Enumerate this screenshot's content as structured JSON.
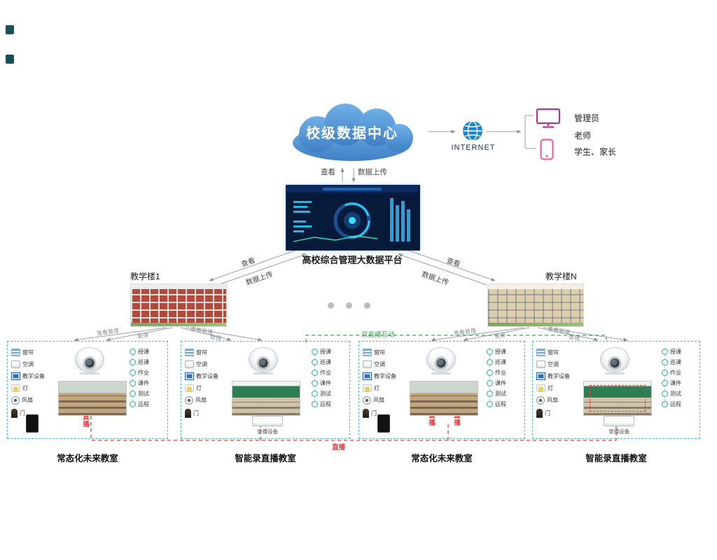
{
  "cloud": {
    "label": "校级数据中心"
  },
  "internet": {
    "label": "INTERNET"
  },
  "users": {
    "items": [
      {
        "label": "管理员"
      },
      {
        "label": "老师"
      },
      {
        "label": "学生、家长"
      }
    ]
  },
  "platform": {
    "caption": "高校综合管理大数据平台"
  },
  "links": {
    "view": "查看",
    "upload": "数据上传",
    "view_manage": "查看管理",
    "manage": "管理",
    "dual_live": "双直播互动",
    "live": "直播"
  },
  "buildings": {
    "left": "教学楼1",
    "right": "教学楼N"
  },
  "groups": [
    {
      "caption": "常态化未来教室",
      "type": "future"
    },
    {
      "caption": "智能录直播教室",
      "type": "live"
    },
    {
      "caption": "常态化未来教室",
      "type": "future"
    },
    {
      "caption": "智能录直播教室",
      "type": "live"
    }
  ],
  "devices": [
    {
      "label": "窗帘",
      "icon": "curtain"
    },
    {
      "label": "空调",
      "icon": "ac"
    },
    {
      "label": "教学设备",
      "icon": "screen"
    },
    {
      "label": "灯",
      "icon": "light"
    },
    {
      "label": "风扇",
      "icon": "fan"
    },
    {
      "label": "门",
      "icon": "door"
    }
  ],
  "functions": [
    {
      "label": "授课",
      "icon": "dot"
    },
    {
      "label": "巡课",
      "icon": "dot"
    },
    {
      "label": "作业",
      "icon": "dot"
    },
    {
      "label": "课件",
      "icon": "dot"
    },
    {
      "label": "测试",
      "icon": "dot"
    },
    {
      "label": "远程",
      "icon": "dot"
    }
  ],
  "equipment": {
    "recorder": "录播设备"
  }
}
